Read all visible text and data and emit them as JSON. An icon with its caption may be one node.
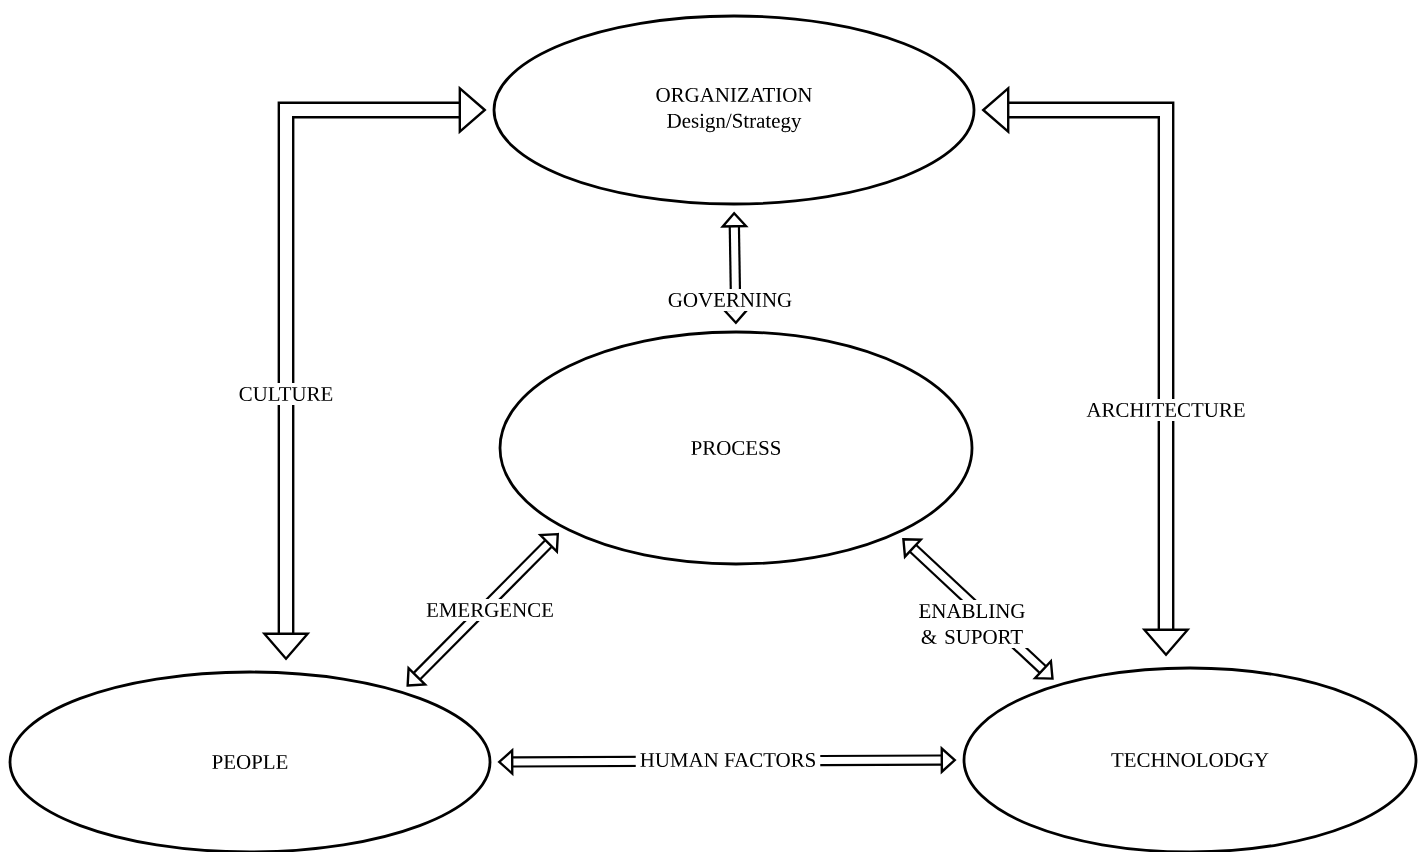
{
  "diagram": {
    "nodes": [
      {
        "text": [
          "ORGANIZATION",
          "Design/Strategy"
        ]
      },
      {
        "text": [
          "PROCESS"
        ]
      },
      {
        "text": [
          "PEOPLE"
        ]
      },
      {
        "text": [
          "TECHNOLODGY"
        ]
      }
    ],
    "edges": [
      {
        "from": 0,
        "to": 2,
        "arrow": "both",
        "label": "CULTURE"
      },
      {
        "from": 0,
        "to": 3,
        "arrow": "both",
        "label": "ARCHITECTURE"
      },
      {
        "from": 0,
        "to": 1,
        "arrow": "both",
        "label": "GOVERNING"
      },
      {
        "from": 1,
        "to": 2,
        "arrow": "both",
        "label": "EMERGENCE"
      },
      {
        "from": 1,
        "to": 3,
        "arrow": "both",
        "label": "ENABLING & SUPORT"
      },
      {
        "from": 2,
        "to": 3,
        "arrow": "both",
        "label": "HUMAN FACTORS"
      }
    ]
  }
}
